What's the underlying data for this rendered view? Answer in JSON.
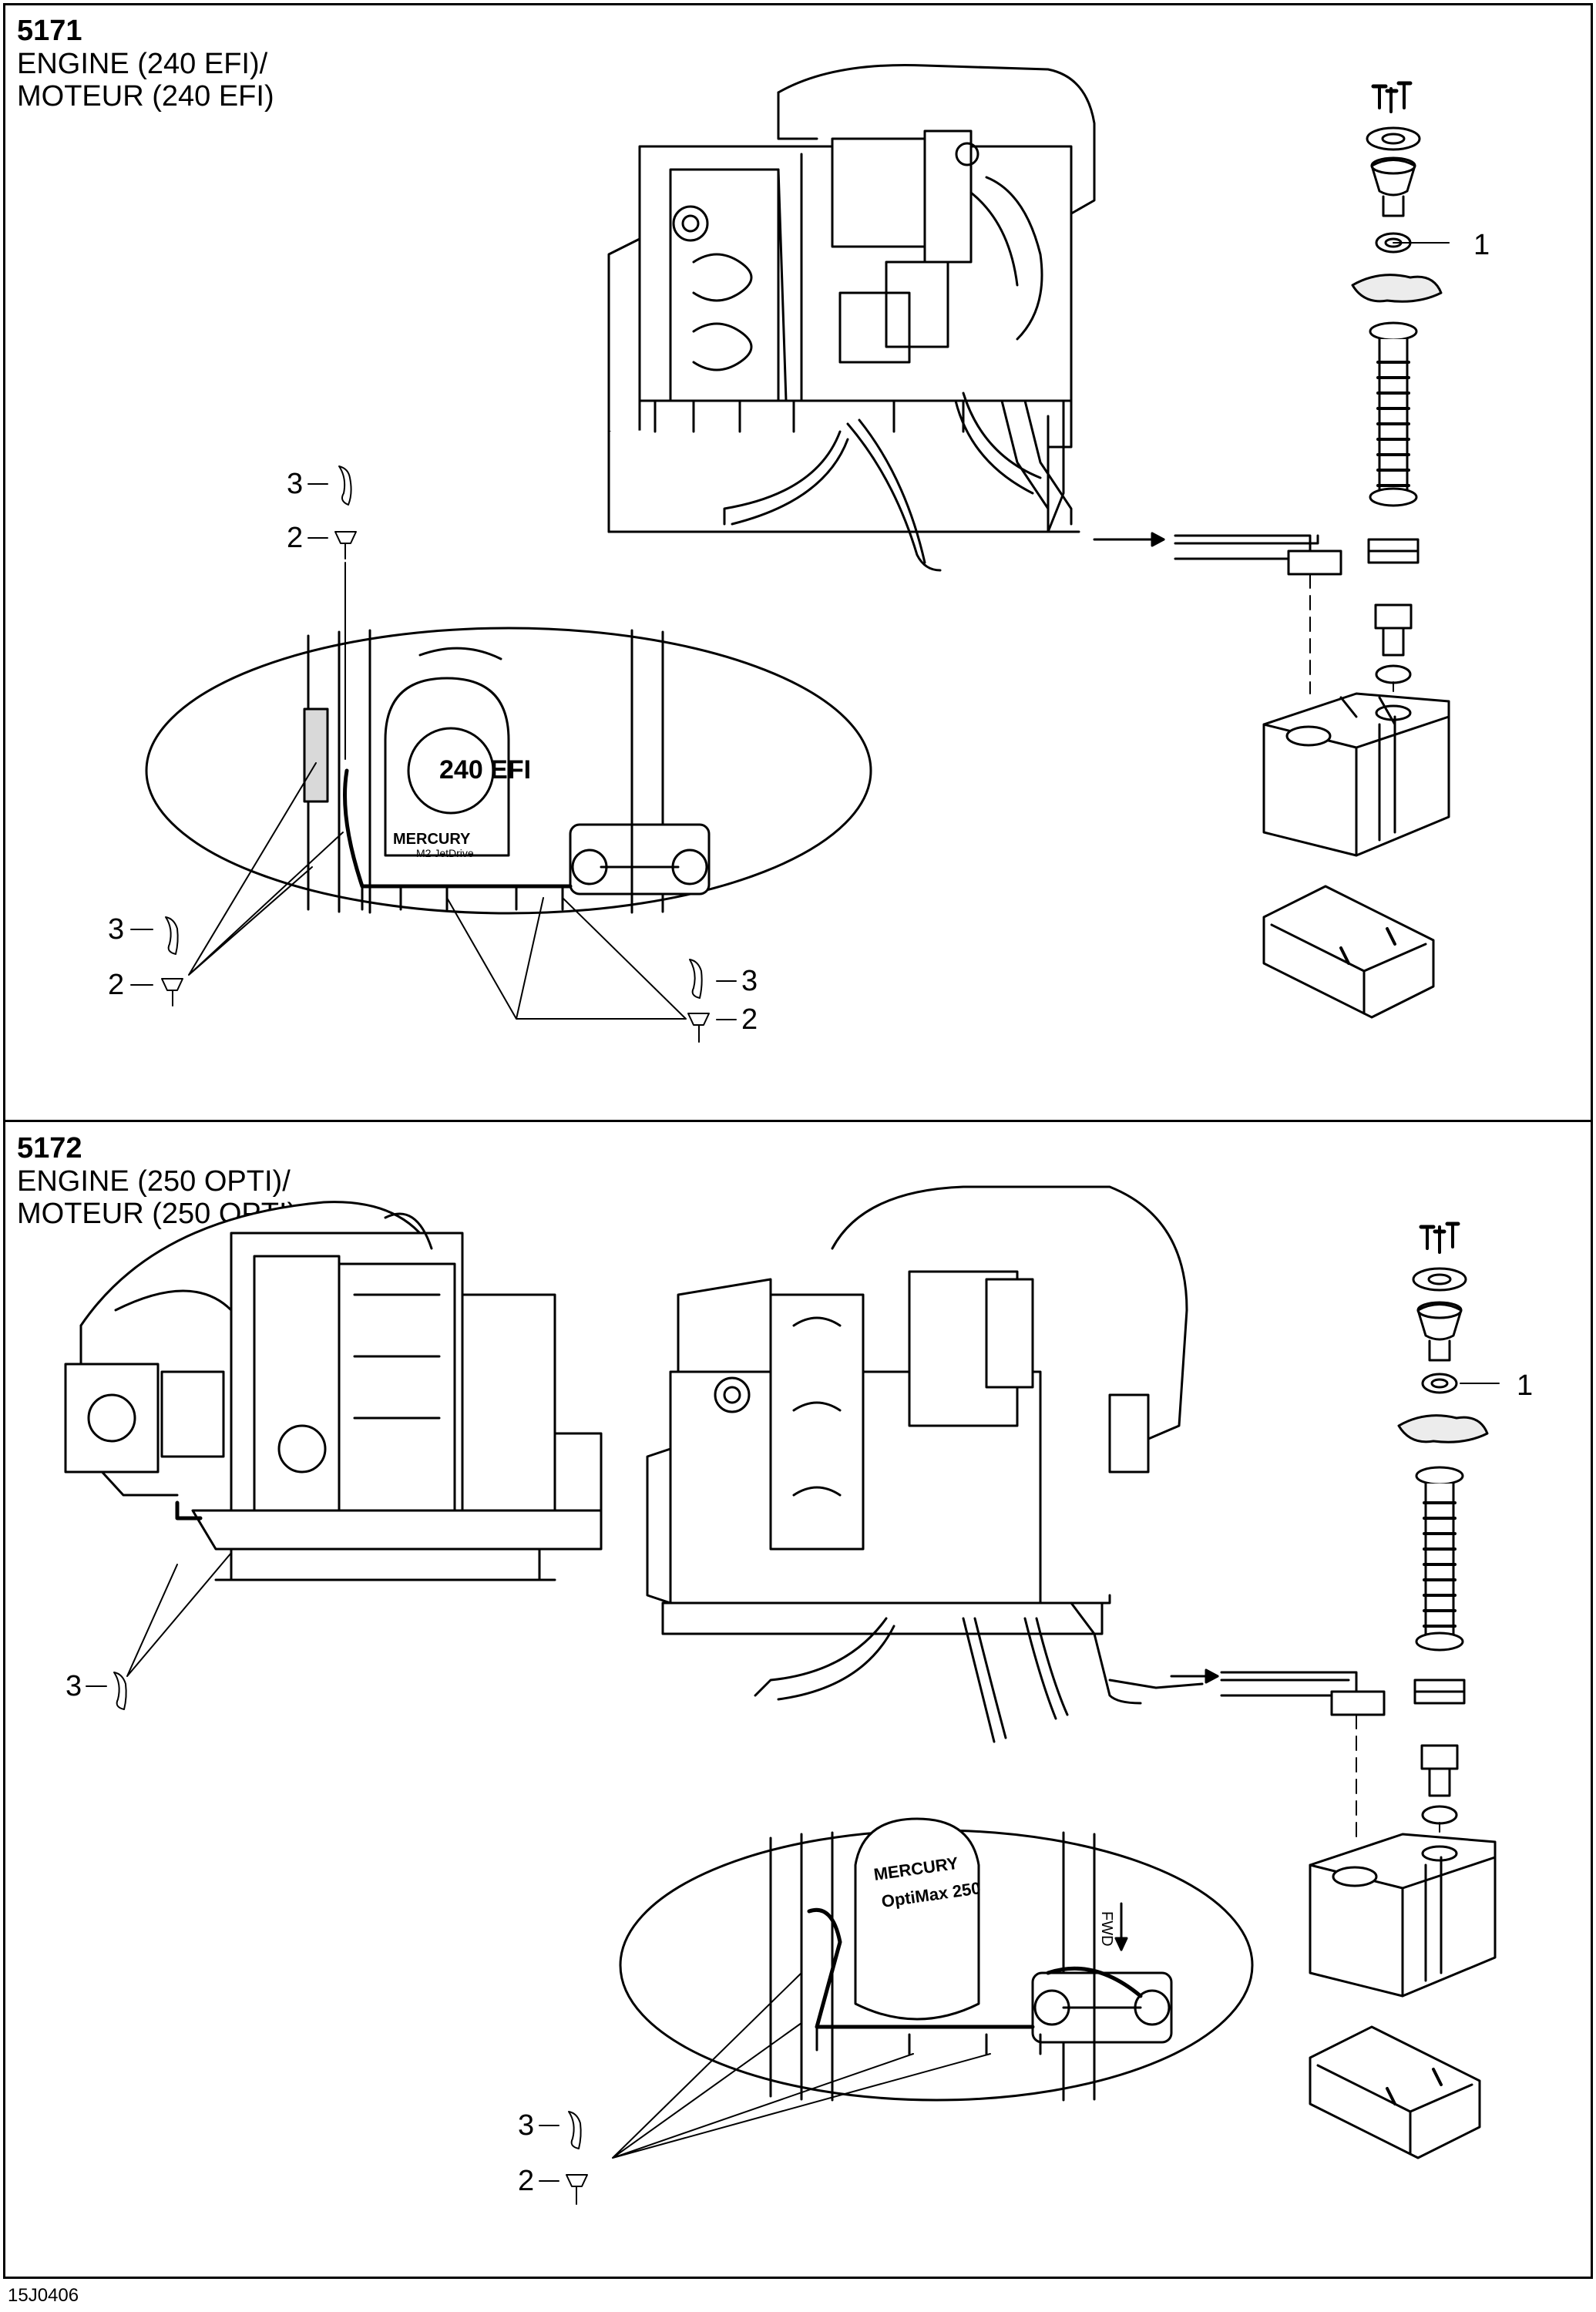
{
  "sections": [
    {
      "number": "5171",
      "title_line1": "ENGINE (240 EFI)/",
      "title_line2": "MOTEUR (240 EFI)",
      "engine_brand_label": "MERCURY",
      "engine_badge": "240 EFI",
      "engine_sub_label": "M2 JetDrive",
      "callouts": [
        "1",
        "3",
        "2",
        "3",
        "2",
        "3",
        "2"
      ]
    },
    {
      "number": "5172",
      "title_line1": "ENGINE (250 OPTI)/",
      "title_line2": "MOTEUR (250 OPTI)",
      "engine_brand_label": "MERCURY",
      "engine_badge": "OptiMax 250",
      "direction_label": "FWD",
      "callouts": [
        "1",
        "3",
        "3",
        "2"
      ]
    }
  ],
  "footer_code": "15J0406",
  "colors": {
    "line": "#000000",
    "background": "#ffffff",
    "shade": "#d9d9d9"
  }
}
